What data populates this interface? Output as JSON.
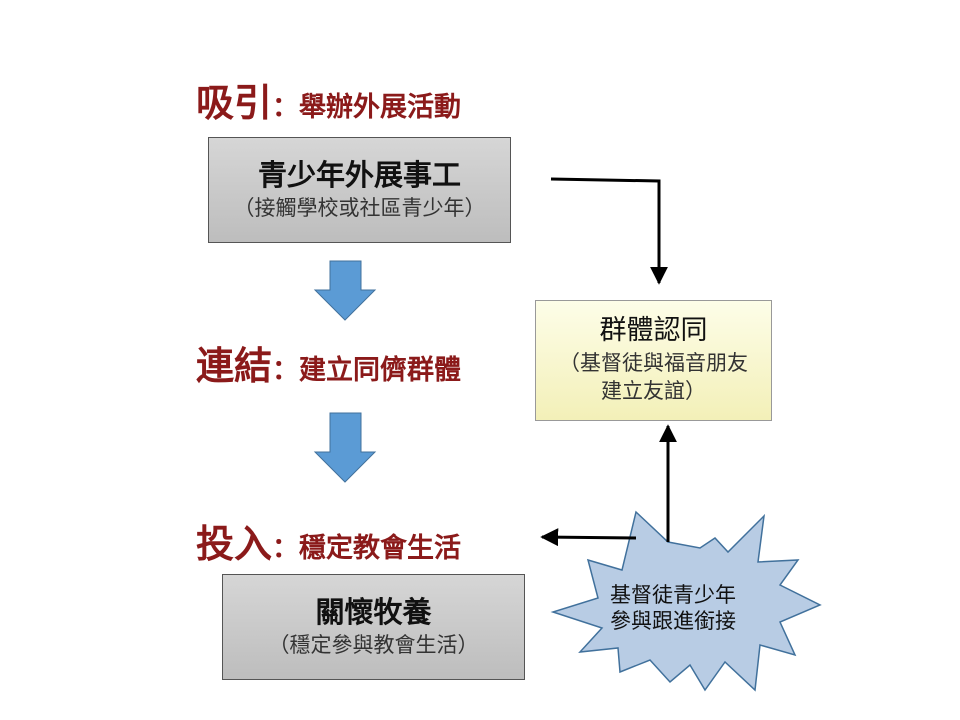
{
  "steps": [
    {
      "key": "吸引",
      "sep": "：",
      "desc": "舉辦外展活動"
    },
    {
      "key": "連結",
      "sep": "：",
      "desc": "建立同儕群體"
    },
    {
      "key": "投入",
      "sep": "：",
      "desc": "穩定教會生活"
    }
  ],
  "boxes": {
    "outreach": {
      "title": "青少年外展事工",
      "subtitle": "（接觸學校或社區青少年）"
    },
    "identity": {
      "title": "群體認同",
      "subtitle_line1": "（基督徒與福音朋友",
      "subtitle_line2": "建立友誼）"
    },
    "care": {
      "title": "關懷牧養",
      "subtitle": "（穩定參與教會生活）"
    }
  },
  "burst": {
    "line1": "基督徒青少年",
    "line2": "參與跟進銜接"
  },
  "colors": {
    "heading": "#8b1a1a",
    "down_arrow": "#5b9bd5",
    "burst_fill": "#b8cce4"
  }
}
